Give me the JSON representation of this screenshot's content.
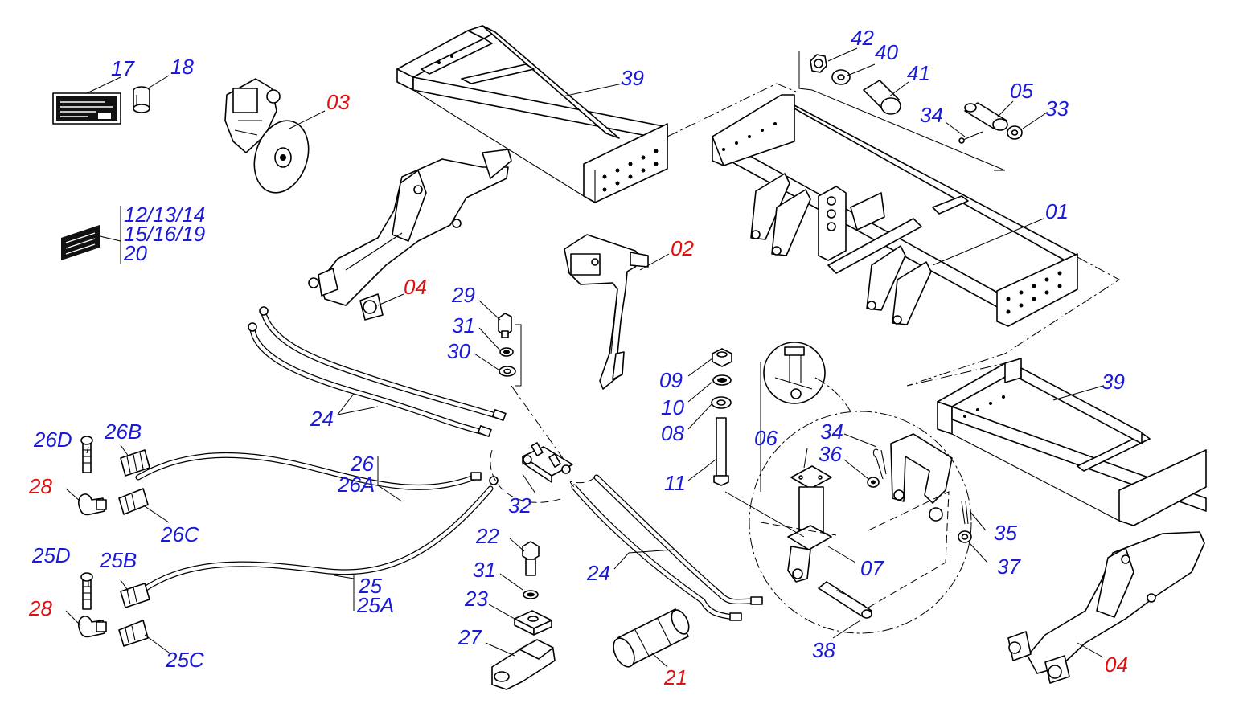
{
  "diagram": {
    "colors": {
      "label_blue": "#1a1ad8",
      "label_red": "#e01010",
      "line": "#000000",
      "background": "#ffffff"
    },
    "callouts": [
      {
        "id": "17",
        "text": "17",
        "color": "blue"
      },
      {
        "id": "18",
        "text": "18",
        "color": "blue"
      },
      {
        "id": "03",
        "text": "03",
        "color": "red"
      },
      {
        "id": "39a",
        "text": "39",
        "color": "blue"
      },
      {
        "id": "42",
        "text": "42",
        "color": "blue"
      },
      {
        "id": "40",
        "text": "40",
        "color": "blue"
      },
      {
        "id": "41",
        "text": "41",
        "color": "blue"
      },
      {
        "id": "05",
        "text": "05",
        "color": "blue"
      },
      {
        "id": "34a",
        "text": "34",
        "color": "blue"
      },
      {
        "id": "33",
        "text": "33",
        "color": "blue"
      },
      {
        "id": "01",
        "text": "01",
        "color": "blue"
      },
      {
        "id": "12-14",
        "text": "12/13/14",
        "color": "blue"
      },
      {
        "id": "15-19",
        "text": "15/16/19",
        "color": "blue"
      },
      {
        "id": "20",
        "text": "20",
        "color": "blue"
      },
      {
        "id": "02",
        "text": "02",
        "color": "red"
      },
      {
        "id": "04a",
        "text": "04",
        "color": "red"
      },
      {
        "id": "29",
        "text": "29",
        "color": "blue"
      },
      {
        "id": "31a",
        "text": "31",
        "color": "blue"
      },
      {
        "id": "30",
        "text": "30",
        "color": "blue"
      },
      {
        "id": "09",
        "text": "09",
        "color": "blue"
      },
      {
        "id": "10",
        "text": "10",
        "color": "blue"
      },
      {
        "id": "08",
        "text": "08",
        "color": "blue"
      },
      {
        "id": "11",
        "text": "11",
        "color": "blue"
      },
      {
        "id": "39b",
        "text": "39",
        "color": "blue"
      },
      {
        "id": "24a",
        "text": "24",
        "color": "blue"
      },
      {
        "id": "26D",
        "text": "26D",
        "color": "blue"
      },
      {
        "id": "26B",
        "text": "26B",
        "color": "blue"
      },
      {
        "id": "26",
        "text": "26",
        "color": "blue"
      },
      {
        "id": "26A",
        "text": "26A",
        "color": "blue"
      },
      {
        "id": "06",
        "text": "06",
        "color": "blue"
      },
      {
        "id": "34b",
        "text": "34",
        "color": "blue"
      },
      {
        "id": "36",
        "text": "36",
        "color": "blue"
      },
      {
        "id": "28a",
        "text": "28",
        "color": "red"
      },
      {
        "id": "32",
        "text": "32",
        "color": "blue"
      },
      {
        "id": "26C",
        "text": "26C",
        "color": "blue"
      },
      {
        "id": "22",
        "text": "22",
        "color": "blue"
      },
      {
        "id": "35",
        "text": "35",
        "color": "blue"
      },
      {
        "id": "25D",
        "text": "25D",
        "color": "blue"
      },
      {
        "id": "25B",
        "text": "25B",
        "color": "blue"
      },
      {
        "id": "31b",
        "text": "31",
        "color": "blue"
      },
      {
        "id": "24b",
        "text": "24",
        "color": "blue"
      },
      {
        "id": "07",
        "text": "07",
        "color": "blue"
      },
      {
        "id": "37",
        "text": "37",
        "color": "blue"
      },
      {
        "id": "25",
        "text": "25",
        "color": "blue"
      },
      {
        "id": "25A",
        "text": "25A",
        "color": "blue"
      },
      {
        "id": "23",
        "text": "23",
        "color": "blue"
      },
      {
        "id": "28b",
        "text": "28",
        "color": "red"
      },
      {
        "id": "27",
        "text": "27",
        "color": "blue"
      },
      {
        "id": "38",
        "text": "38",
        "color": "blue"
      },
      {
        "id": "25C",
        "text": "25C",
        "color": "blue"
      },
      {
        "id": "04b",
        "text": "04",
        "color": "red"
      },
      {
        "id": "21",
        "text": "21",
        "color": "red"
      }
    ]
  }
}
